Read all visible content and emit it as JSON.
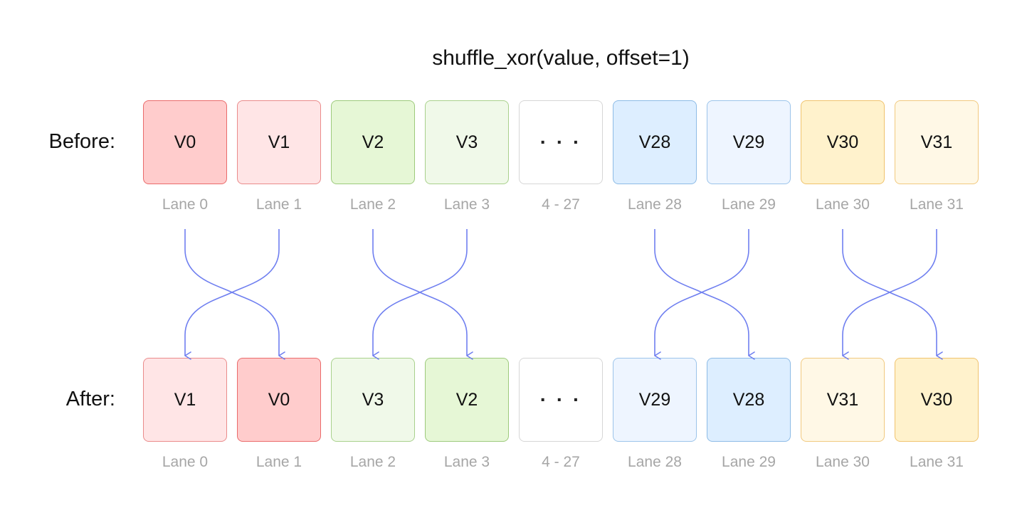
{
  "title": "shuffle_xor(value, offset=1)",
  "rows": {
    "before_label": "Before:",
    "after_label": "After:"
  },
  "before": [
    {
      "value": "V0",
      "lane": "Lane 0",
      "fill": "#ffcccc",
      "border": "#ea6b6b"
    },
    {
      "value": "V1",
      "lane": "Lane 1",
      "fill": "#ffe5e6",
      "border": "#ea8b8b"
    },
    {
      "value": "V2",
      "lane": "Lane 2",
      "fill": "#e6f7d6",
      "border": "#9dca7c"
    },
    {
      "value": "V3",
      "lane": "Lane 3",
      "fill": "#f0f9e9",
      "border": "#a9d18c"
    },
    {
      "value": "· · ·",
      "lane": "4 - 27",
      "fill": "#ffffff",
      "border": "#d6d6d6"
    },
    {
      "value": "V28",
      "lane": "Lane 28",
      "fill": "#ddeeff",
      "border": "#8dbbe6"
    },
    {
      "value": "V29",
      "lane": "Lane 29",
      "fill": "#eef5ff",
      "border": "#9cc4ea"
    },
    {
      "value": "V30",
      "lane": "Lane 30",
      "fill": "#fff2cc",
      "border": "#f0c36d"
    },
    {
      "value": "V31",
      "lane": "Lane 31",
      "fill": "#fff8e6",
      "border": "#f1c97f"
    }
  ],
  "after": [
    {
      "value": "V1",
      "lane": "Lane 0",
      "fill": "#ffe5e6",
      "border": "#ea8b8b"
    },
    {
      "value": "V0",
      "lane": "Lane 1",
      "fill": "#ffcccc",
      "border": "#ea6b6b"
    },
    {
      "value": "V3",
      "lane": "Lane 2",
      "fill": "#f0f9e9",
      "border": "#a9d18c"
    },
    {
      "value": "V2",
      "lane": "Lane 3",
      "fill": "#e6f7d6",
      "border": "#9dca7c"
    },
    {
      "value": "· · ·",
      "lane": "4 - 27",
      "fill": "#ffffff",
      "border": "#d6d6d6"
    },
    {
      "value": "V29",
      "lane": "Lane 28",
      "fill": "#eef5ff",
      "border": "#9cc4ea"
    },
    {
      "value": "V28",
      "lane": "Lane 29",
      "fill": "#ddeeff",
      "border": "#8dbbe6"
    },
    {
      "value": "V31",
      "lane": "Lane 30",
      "fill": "#fff8e6",
      "border": "#f1c97f"
    },
    {
      "value": "V30",
      "lane": "Lane 31",
      "fill": "#fff2cc",
      "border": "#f0c36d"
    }
  ],
  "swaps": [
    [
      0,
      1
    ],
    [
      2,
      3
    ],
    [
      5,
      6
    ],
    [
      7,
      8
    ]
  ],
  "arrow_color": "#6f7ff0"
}
